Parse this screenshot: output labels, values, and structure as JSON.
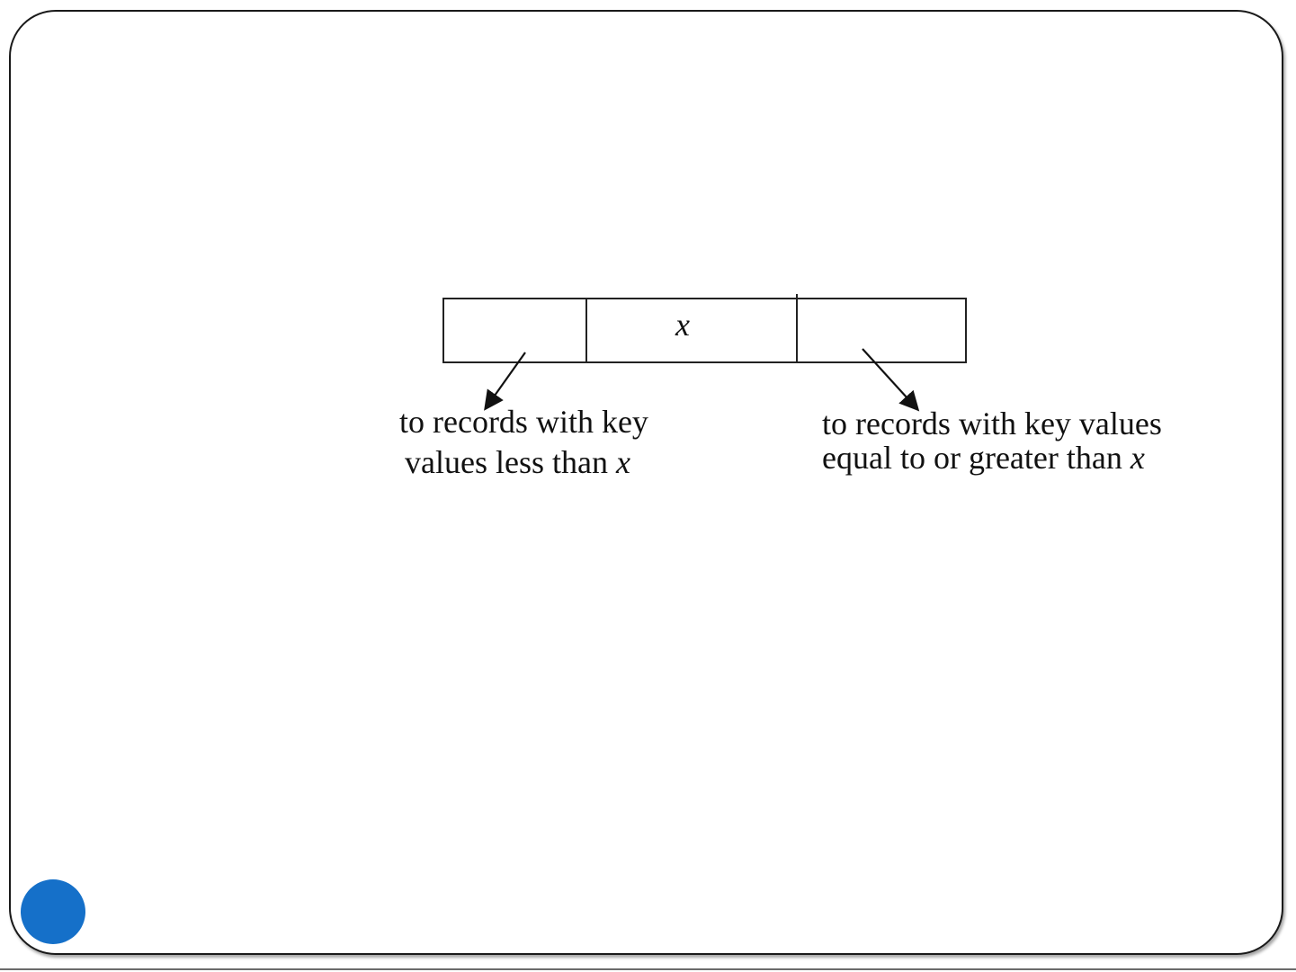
{
  "diagram": {
    "node_key": "x",
    "left_pointer_label": {
      "line1": "to records with key",
      "line2_text": "values less than ",
      "line2_var": "x"
    },
    "right_pointer_label": {
      "line1": "to records with key values",
      "line2_text": "equal to or greater than ",
      "line2_var": "x"
    }
  },
  "colors": {
    "marker": "#1570c9",
    "frame": "#1a1a1a"
  },
  "icons": {
    "slide_marker": "filled-circle"
  }
}
